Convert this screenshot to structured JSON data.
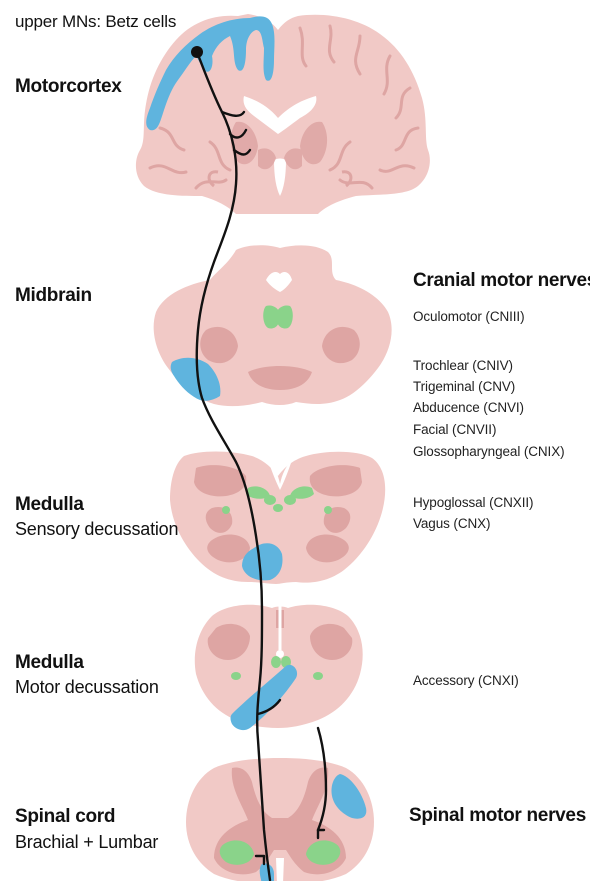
{
  "labels": {
    "upper_mns": "upper MNs: Betz cells",
    "motorcortex": "Motorcortex",
    "midbrain": "Midbrain",
    "medulla_1": "Medulla",
    "sensory_decussation": "Sensory decussation",
    "medulla_2": "Medulla",
    "motor_decussation": "Motor decussation",
    "spinal_cord": "Spinal cord",
    "brachial_lumbar": "Brachial + Lumbar",
    "cranial_motor_nerves": "Cranial motor nerves",
    "spinal_motor_nerves": "Spinal motor nerves"
  },
  "cranial_nerves": {
    "oculomotor": "Oculomotor (CNIII)",
    "trochlear": "Trochlear (CNIV)",
    "trigeminal": "Trigeminal (CNV)",
    "abducence": "Abducence (CNVI)",
    "facial": "Facial (CNVII)",
    "glossopharyngeal": "Glossopharyngeal (CNIX)",
    "hypoglossal": "Hypoglossal (CNXII)",
    "vagus": "Vagus (CNX)",
    "accessory": "Accessory (CNXI)"
  },
  "colors": {
    "tissue": "#f1c9c6",
    "tissue_dark": "#dea5a3",
    "tissue_outline": "#e8bab8",
    "tract_highlight": "#5fb4de",
    "motor_nucleus": "#8ad38a",
    "pathway": "#111111"
  }
}
